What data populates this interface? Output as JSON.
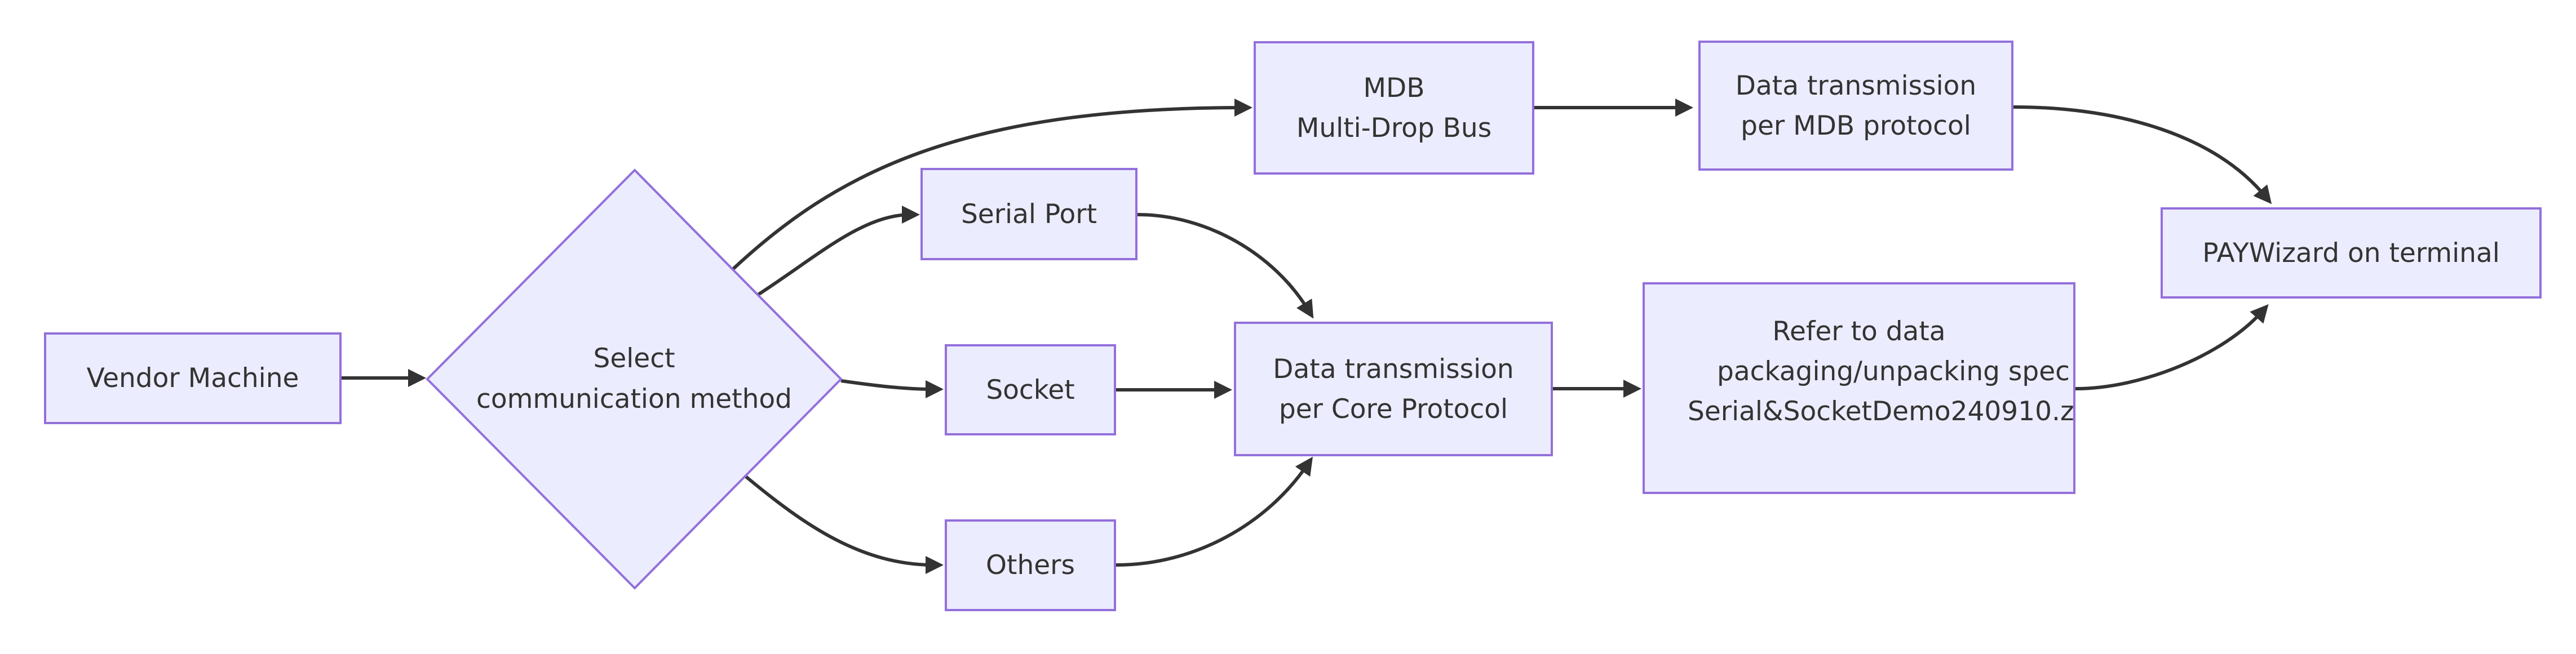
{
  "theme": {
    "background": "#FFFFFF",
    "node_fill": "#ECECFF",
    "node_border": "#9370DB",
    "edge_color": "#333333",
    "text_color": "#333333"
  },
  "nodes": {
    "vendor_machine": {
      "label": "Vendor Machine"
    },
    "select_method": {
      "lines": [
        "Select",
        "communication method"
      ]
    },
    "mdb": {
      "lines": [
        "MDB",
        "Multi-Drop Bus"
      ]
    },
    "serial_port": {
      "label": "Serial Port"
    },
    "socket": {
      "label": "Socket"
    },
    "others": {
      "label": "Others"
    },
    "mdb_protocol": {
      "lines": [
        "Data transmission",
        "per MDB protocol"
      ]
    },
    "core_protocol": {
      "lines": [
        "Data transmission",
        "per Core Protocol"
      ]
    },
    "refer_spec": {
      "lines": [
        "Refer to data",
        "packaging/unpacking spec",
        "Serial&SocketDemo240910.z"
      ]
    },
    "paywizard": {
      "label": "PAYWizard on terminal"
    }
  },
  "edges": [
    {
      "from": "vendor_machine",
      "to": "select_method"
    },
    {
      "from": "select_method",
      "to": "mdb"
    },
    {
      "from": "select_method",
      "to": "serial_port"
    },
    {
      "from": "select_method",
      "to": "socket"
    },
    {
      "from": "select_method",
      "to": "others"
    },
    {
      "from": "serial_port",
      "to": "core_protocol"
    },
    {
      "from": "socket",
      "to": "core_protocol"
    },
    {
      "from": "others",
      "to": "core_protocol"
    },
    {
      "from": "mdb",
      "to": "mdb_protocol"
    },
    {
      "from": "core_protocol",
      "to": "refer_spec"
    },
    {
      "from": "mdb_protocol",
      "to": "paywizard"
    },
    {
      "from": "refer_spec",
      "to": "paywizard"
    }
  ]
}
